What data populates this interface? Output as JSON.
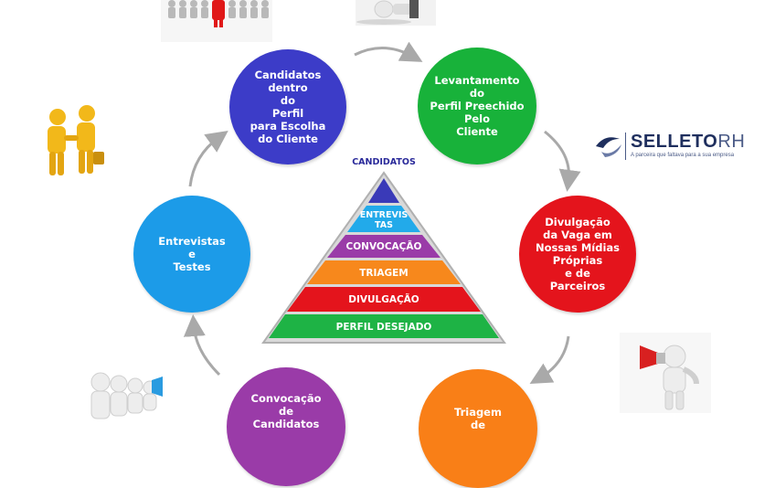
{
  "cycle": {
    "step1": "Candidatos\ndentro\ndo\nPerfil\npara Escolha\ndo Cliente",
    "step2": "Levantamento\ndo\nPerfil Preechido\nPelo\nCliente",
    "step3": "Divulgação\nda Vaga em\nNossas Mídias\nPróprias\ne de\nParceiros",
    "step4": "Triagem\nde",
    "step5": "Convocação\nde\nCandidatos",
    "step6": "Entrevistas\ne\nTestes"
  },
  "pyramid": {
    "title": "CANDIDATOS",
    "levels": [
      {
        "label": "ENTREVIS\nTAS",
        "color": "#22aaea"
      },
      {
        "label": "CONVOCAÇÃO",
        "color": "#9a3ba8"
      },
      {
        "label": "TRIAGEM",
        "color": "#f7881c"
      },
      {
        "label": "DIVULGAÇÃO",
        "color": "#e4141c"
      },
      {
        "label": "PERFIL DESEJADO",
        "color": "#1eb345"
      }
    ],
    "apex_color": "#3a3ab8"
  },
  "brand": {
    "name_bold": "SELLETO",
    "name_thin": "RH",
    "tagline": "A parceira que faltava para a sua empresa"
  },
  "colors": {
    "arrow": "#a9a9a9",
    "blue": "#3c3cc8",
    "green": "#18b23a",
    "red": "#e4141c",
    "orange": "#f97f17",
    "purple": "#9a3ba8",
    "cyan": "#1c9be8"
  }
}
